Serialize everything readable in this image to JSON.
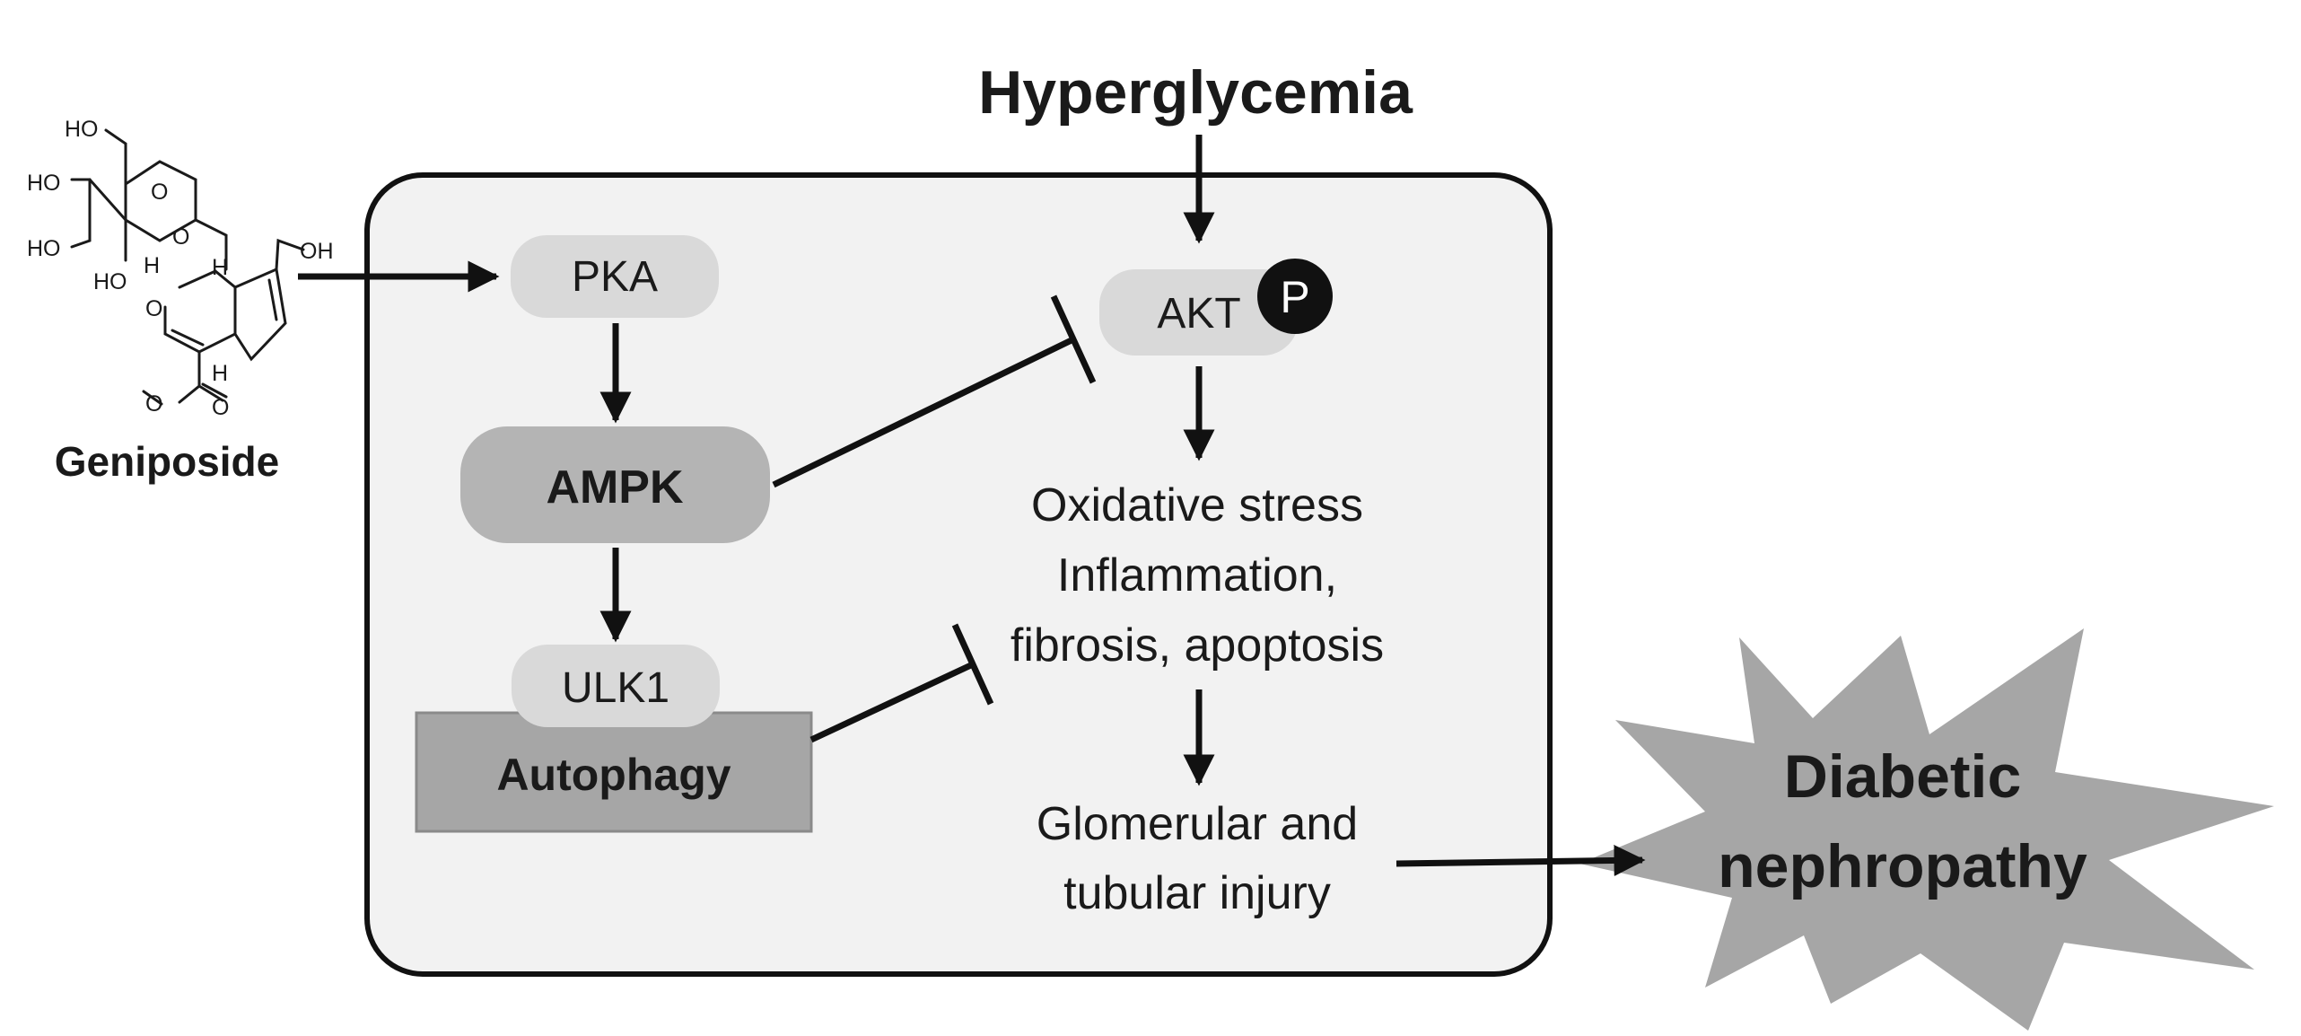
{
  "diagram": {
    "title": "Hyperglycemia",
    "compound": {
      "name": "Geniposide",
      "atoms": {
        "ho_top": "HO",
        "ho_ring1": "HO",
        "ho_ring2": "HO",
        "ho_ring3": "HO",
        "oh_right": "OH",
        "o_ring": "O",
        "o_link": "O",
        "o_pyran": "O",
        "o_ester": "O",
        "o_carbonyl": "O",
        "h1": "H",
        "h2": "H",
        "h3": "H"
      }
    },
    "nodes": {
      "pka": "PKA",
      "ampk": "AMPK",
      "ulk1": "ULK1",
      "autophagy": "Autophagy",
      "akt": "AKT",
      "phospho": "P",
      "stress_line1": "Oxidative stress",
      "stress_line2": "Inflammation,",
      "stress_line3": "fibrosis, apoptosis",
      "injury_line1": "Glomerular and",
      "injury_line2": "tubular injury",
      "outcome_line1": "Diabetic",
      "outcome_line2": "nephropathy"
    },
    "colors": {
      "cell_fill": "#f2f2f2",
      "light_node": "#d9d9d9",
      "dark_node": "#b4b4b4",
      "autophagy_box": "#a6a6a6",
      "burst": "#a6a6a6",
      "ink": "#111111"
    }
  }
}
